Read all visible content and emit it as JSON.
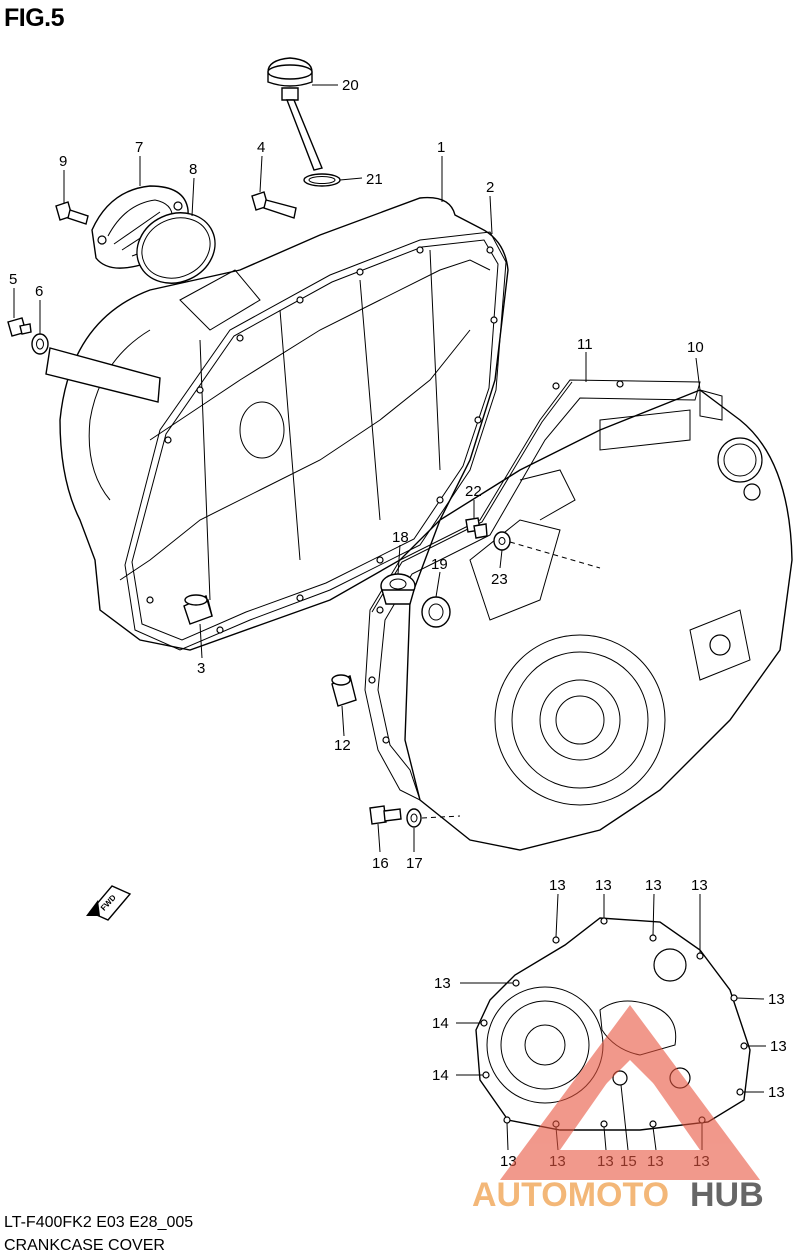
{
  "figure": {
    "title": "FIG.5"
  },
  "footer": {
    "model_code": "LT-F400FK2 E03 E28_005",
    "caption": "CRANKCASE COVER"
  },
  "fwd_label": "FWD",
  "watermark": {
    "brand_part1": "AUTOMOTO",
    "brand_part2": "HUB",
    "accent_color": "#e8553f",
    "dark_color": "#222222"
  },
  "callouts": [
    "20",
    "21",
    "1",
    "2",
    "4",
    "7",
    "8",
    "9",
    "5",
    "6",
    "11",
    "10",
    "22",
    "18",
    "19",
    "23",
    "3",
    "12",
    "16",
    "17",
    "13",
    "13",
    "13",
    "13",
    "13",
    "13",
    "13",
    "13",
    "14",
    "14",
    "13",
    "13",
    "13",
    "15",
    "13",
    "13"
  ]
}
